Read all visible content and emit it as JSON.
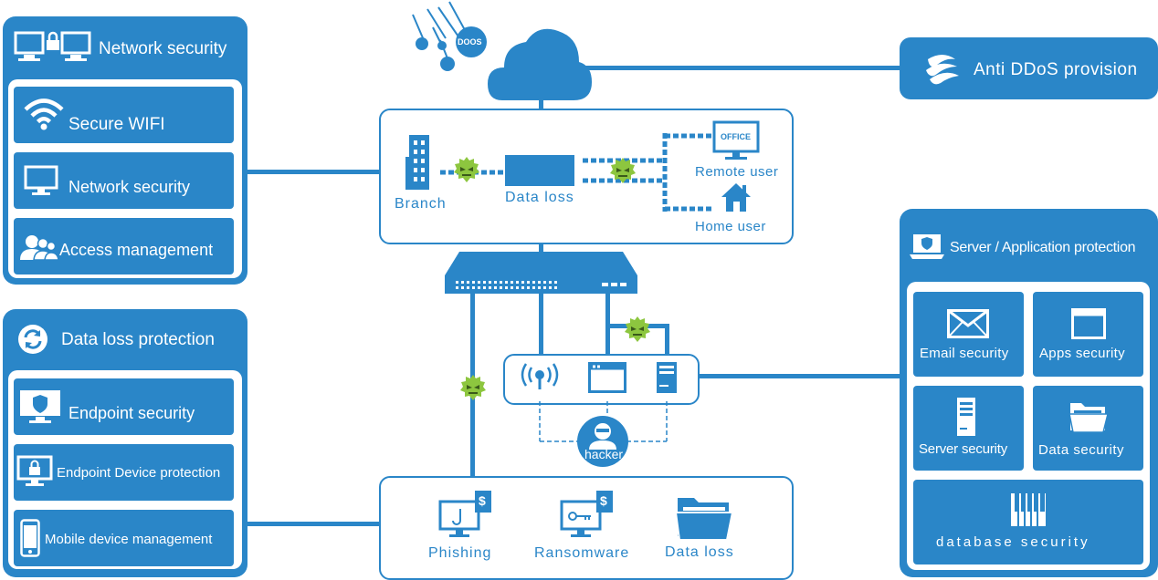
{
  "left_top": {
    "title": "Network security",
    "items": [
      {
        "label": "Secure WIFI",
        "icon": "wifi-icon"
      },
      {
        "label": "Network security",
        "icon": "monitor-icon"
      },
      {
        "label": "Access management",
        "icon": "users-icon"
      }
    ]
  },
  "left_bottom": {
    "title": "Data loss protection",
    "items": [
      {
        "label": "Endpoint security",
        "icon": "shield-monitor-icon"
      },
      {
        "label": "Endpoint Device protection",
        "icon": "lock-monitor-icon"
      },
      {
        "label": "Mobile device management",
        "icon": "phone-icon"
      }
    ]
  },
  "ddos": {
    "badge": "DOOS",
    "anti_label": "Anti DDoS provision"
  },
  "top_box": {
    "branch": "Branch",
    "data_loss": "Data loss",
    "office_sign": "OFFICE",
    "remote_user": "Remote user",
    "home_user": "Home user"
  },
  "hacker_label": "hacker",
  "bottom_box": {
    "phishing": "Phishing",
    "ransomware": "Ransomware",
    "data_loss": "Data loss",
    "dollar": "$"
  },
  "right": {
    "title": "Server / Application protection",
    "tiles": [
      {
        "label": "Email security",
        "icon": "envelope-icon"
      },
      {
        "label": "Apps security",
        "icon": "browser-window-icon"
      },
      {
        "label": "Server security",
        "icon": "server-icon"
      },
      {
        "label": "Data security",
        "icon": "folder-icon"
      },
      {
        "label": "database security",
        "icon": "database-icon"
      }
    ]
  },
  "colors": {
    "primary": "#2a86c8",
    "virus": "#8dc63f",
    "white": "#ffffff"
  }
}
